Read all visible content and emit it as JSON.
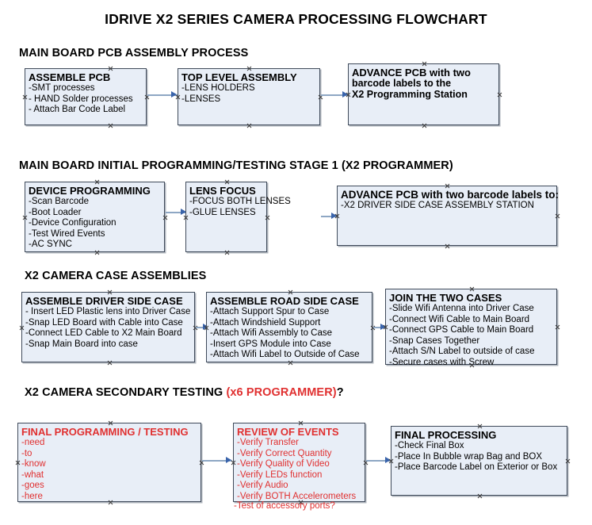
{
  "document": {
    "title": "IDRIVE X2  SERIES CAMERA PROCESSING FLOWCHART"
  },
  "theme": {
    "node_fill": "#E8EEF7",
    "node_border": "#3F4A5A",
    "connector": "#8EA7C4",
    "arrowhead": "#3A64AB",
    "accent_red": "#E03030",
    "text": "#000000",
    "background": "#FFFFFF"
  },
  "sections": [
    {
      "id": "main-board-pcb-assembly",
      "header": "MAIN BOARD PCB ASSEMBLY PROCESS",
      "header_accent": "",
      "header_suffix": "",
      "nodes": [
        {
          "id": "assemble-pcb",
          "title": "ASSEMBLE PCB",
          "lines": [
            "-SMT processes",
            "- HAND Solder processes",
            "- Attach Bar Code Label"
          ]
        },
        {
          "id": "top-level-assembly",
          "title": "TOP LEVEL ASSEMBLY",
          "lines": [
            "-LENS HOLDERS",
            "-LENSES"
          ]
        },
        {
          "id": "advance-pcb-to-x2-programming-station",
          "title": "ADVANCE PCB with two",
          "lines": [
            "barcode labels to the",
            " X2 Programming Station"
          ]
        }
      ]
    },
    {
      "id": "main-board-initial-programming",
      "header": "MAIN BOARD INITIAL PROGRAMMING/TESTING STAGE 1 (X2 PROGRAMMER)",
      "header_accent": "",
      "header_suffix": "",
      "nodes": [
        {
          "id": "device-programming",
          "title": "DEVICE PROGRAMMING",
          "lines": [
            "-Scan Barcode",
            "-Boot Loader",
            "-Device Configuration",
            "-Test Wired Events",
            "-AC SYNC"
          ]
        },
        {
          "id": "lens-focus",
          "title": "LENS FOCUS",
          "lines": [
            "-FOCUS BOTH LENSES",
            "-GLUE LENSES"
          ]
        },
        {
          "id": "advance-pcb-to-driver-side-case-station",
          "title": "ADVANCE PCB with two barcode labels to:",
          "lines": [
            "-X2 DRIVER  SIDE  CASE  ASSEMBLY STATION"
          ]
        }
      ]
    },
    {
      "id": "x2-camera-case-assemblies",
      "header": "X2 CAMERA CASE ASSEMBLIES",
      "header_accent": "",
      "header_suffix": "",
      "nodes": [
        {
          "id": "assemble-driver-side-case",
          "title": "ASSEMBLE DRIVER SIDE CASE",
          "lines": [
            "- Insert LED Plastic lens into Driver Case",
            "-Snap LED Board with Cable into Case",
            "-Connect LED Cable to X2 Main Board",
            "-Snap Main Board into case"
          ]
        },
        {
          "id": "assemble-road-side-case",
          "title": "ASSEMBLE ROAD SIDE CASE",
          "lines": [
            "-Attach Support Spur to Case",
            "-Attach Windshield Support",
            "-Attach Wifi Assembly to Case",
            "-Insert GPS Module into Case",
            "-Attach Wifi Label to Outside of Case"
          ]
        },
        {
          "id": "join-the-two-cases",
          "title": "JOIN THE TWO CASES",
          "lines": [
            "-Slide Wifi Antenna into Driver Case",
            "-Connect Wifi Cable to Main Board",
            "-Connect GPS Cable to Main Board",
            "-Snap Cases Together",
            "-Attach S/N Label to outside of case",
            "-Secure cases with Screw"
          ]
        }
      ]
    },
    {
      "id": "x2-camera-secondary-testing",
      "header": "X2 CAMERA SECONDARY TESTING ",
      "header_accent": "(x6 PROGRAMMER)",
      "header_suffix": "?",
      "nodes": [
        {
          "id": "final-programming-testing",
          "title": "FINAL PROGRAMMING / TESTING",
          "lines": [
            "-need",
            "-to",
            "-know",
            "-what",
            "-goes",
            "-here"
          ]
        },
        {
          "id": "review-of-events",
          "title": "REVIEW OF EVENTS",
          "lines": [
            "-Verify Transfer",
            "-Verify Correct Quantity",
            "-Verify Quality of Video",
            "-Verify LEDs function",
            "-Verify Audio",
            "-Verify BOTH Accelerometers"
          ],
          "overflow_line": "-Test of accessory ports?"
        },
        {
          "id": "final-processing",
          "title": "FINAL PROCESSING",
          "lines": [
            " -Check Final Box",
            "-Place In Bubble wrap Bag and BOX",
            "-Place Barcode Label on Exterior or Box"
          ]
        }
      ]
    }
  ]
}
